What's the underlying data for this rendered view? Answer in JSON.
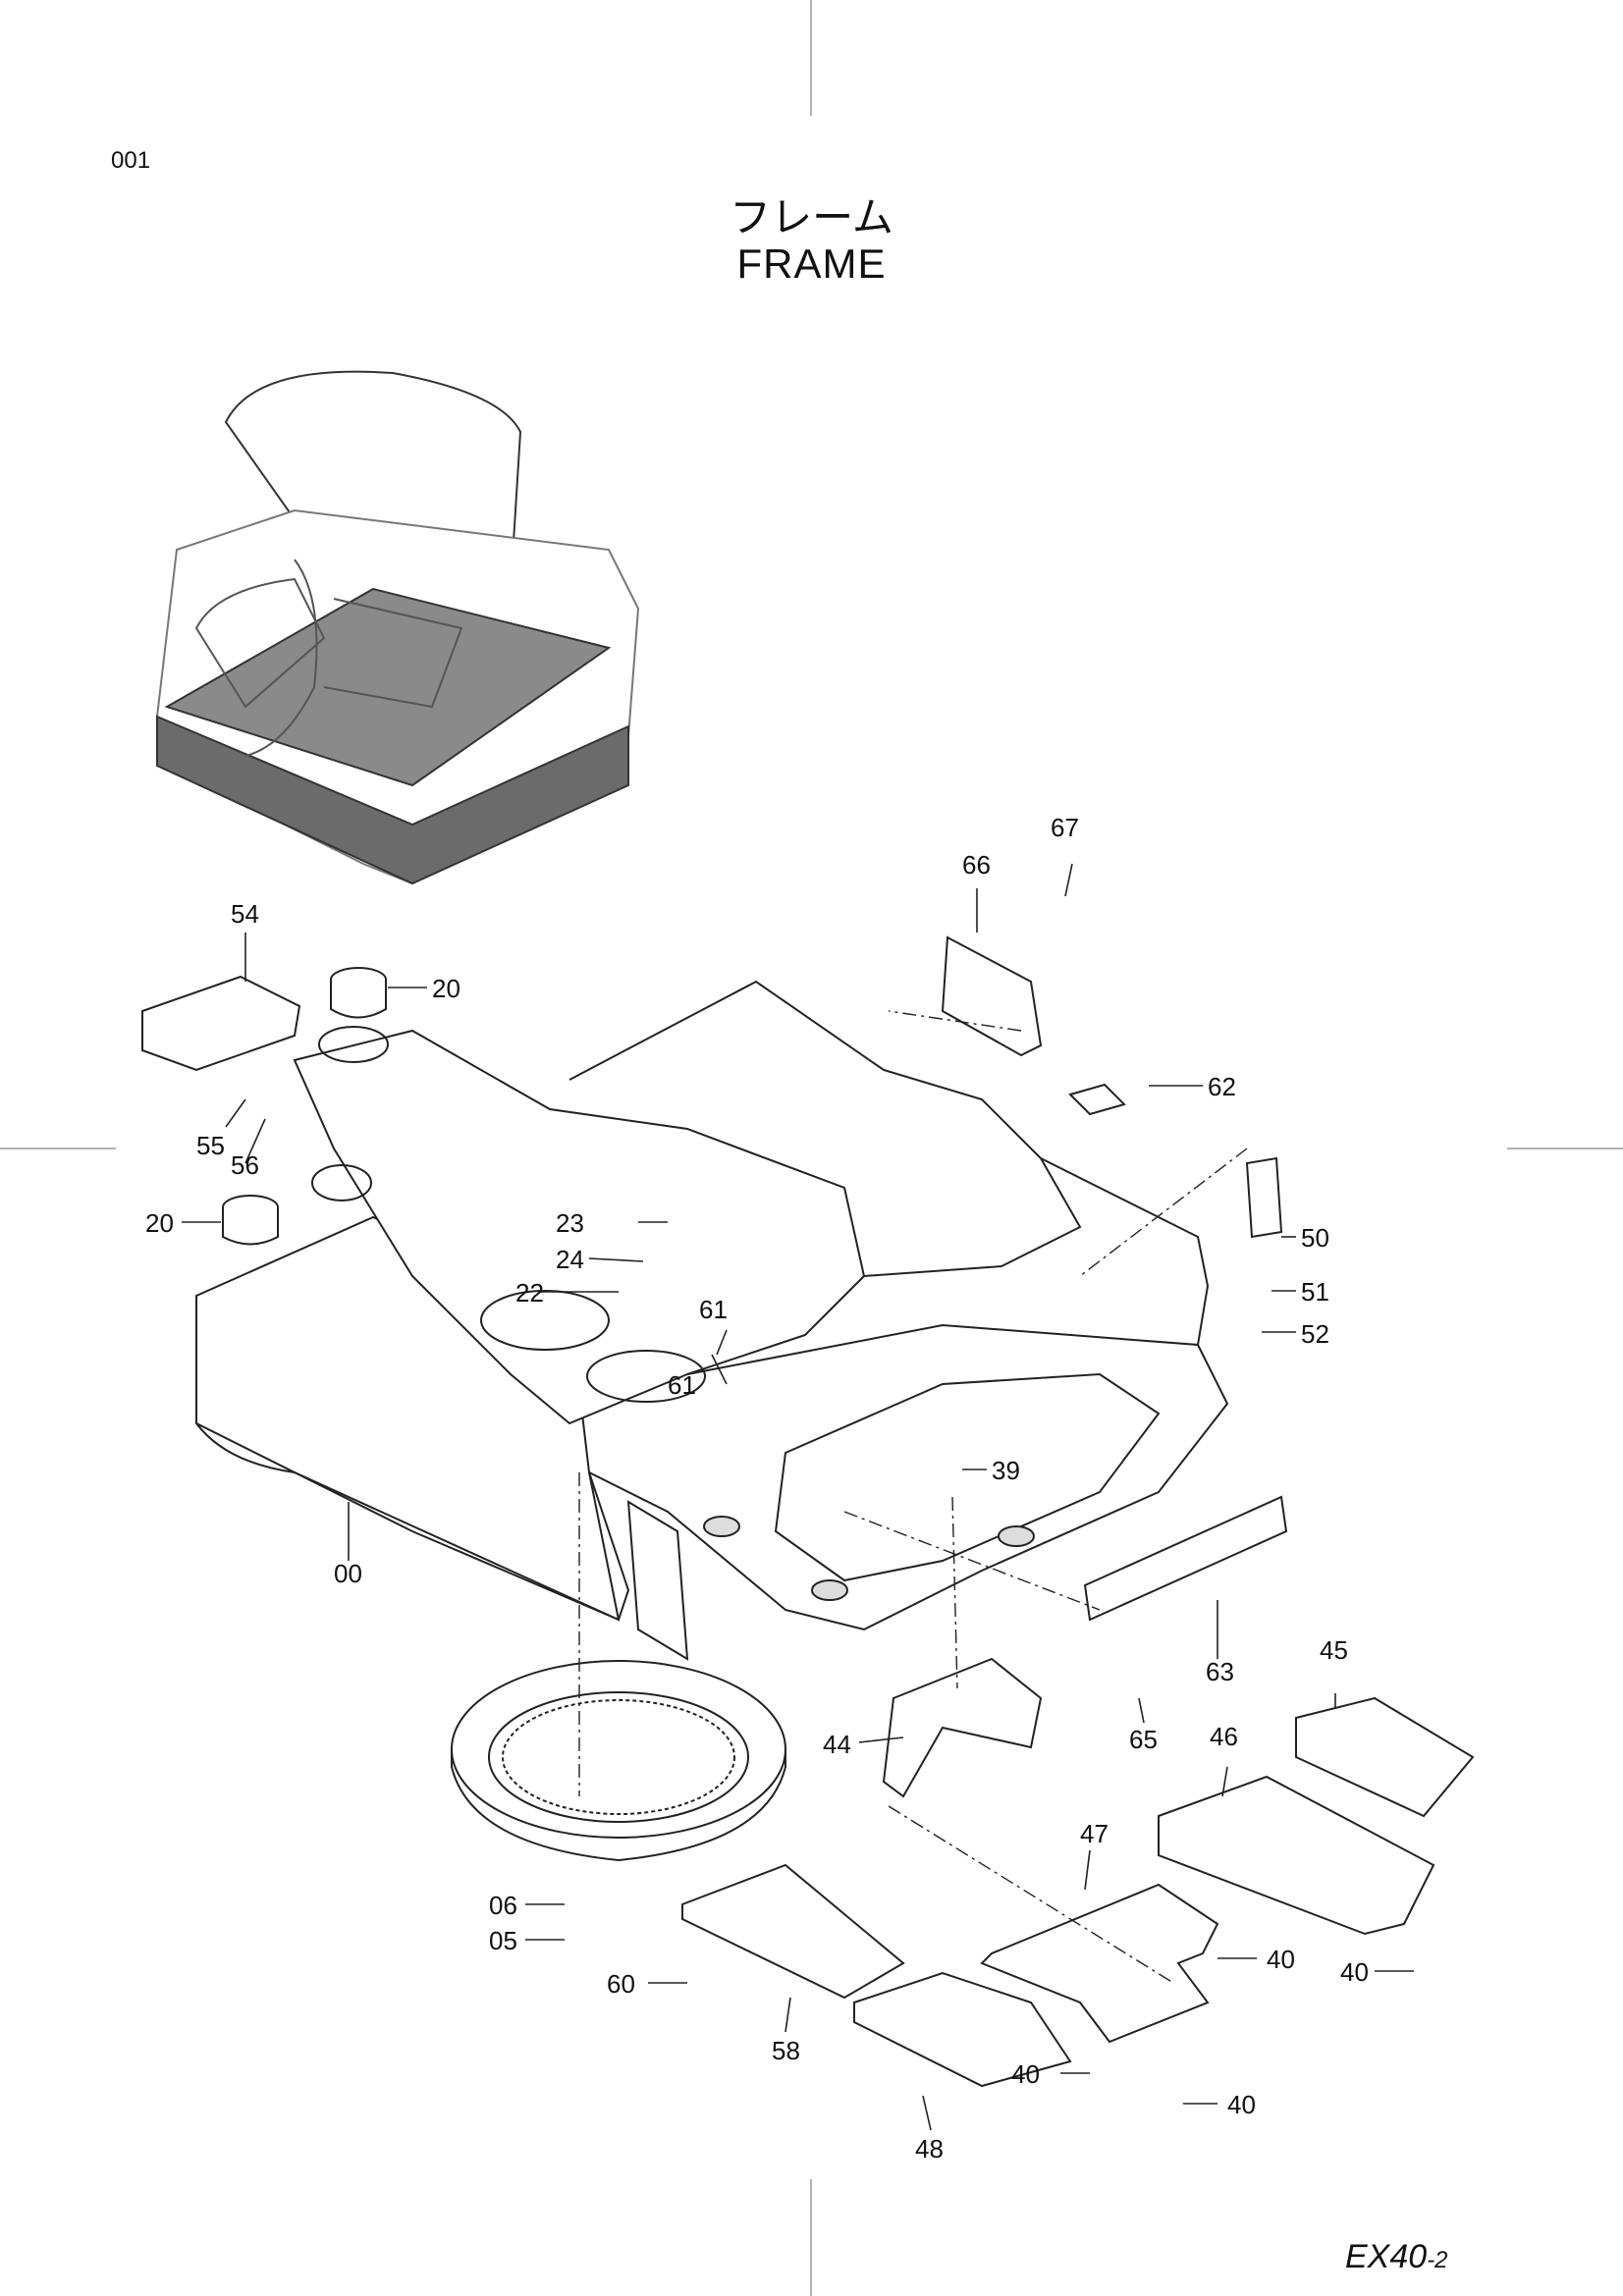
{
  "page": {
    "number": "001",
    "title_jp": "フレーム",
    "title_en": "FRAME"
  },
  "model": {
    "name": "EX40",
    "suffix": "-2"
  },
  "callouts": [
    {
      "label": "67"
    },
    {
      "label": "66"
    },
    {
      "label": "54"
    },
    {
      "label": "20"
    },
    {
      "label": "62"
    },
    {
      "label": "55"
    },
    {
      "label": "56"
    },
    {
      "label": "20"
    },
    {
      "label": "23"
    },
    {
      "label": "50"
    },
    {
      "label": "24"
    },
    {
      "label": "51"
    },
    {
      "label": "22"
    },
    {
      "label": "61"
    },
    {
      "label": "52"
    },
    {
      "label": "61"
    },
    {
      "label": "39"
    },
    {
      "label": "00"
    },
    {
      "label": "63"
    },
    {
      "label": "45"
    },
    {
      "label": "44"
    },
    {
      "label": "65"
    },
    {
      "label": "46"
    },
    {
      "label": "47"
    },
    {
      "label": "06"
    },
    {
      "label": "05"
    },
    {
      "label": "40"
    },
    {
      "label": "40"
    },
    {
      "label": "60"
    },
    {
      "label": "58"
    },
    {
      "label": "40"
    },
    {
      "label": "40"
    },
    {
      "label": "48"
    }
  ]
}
